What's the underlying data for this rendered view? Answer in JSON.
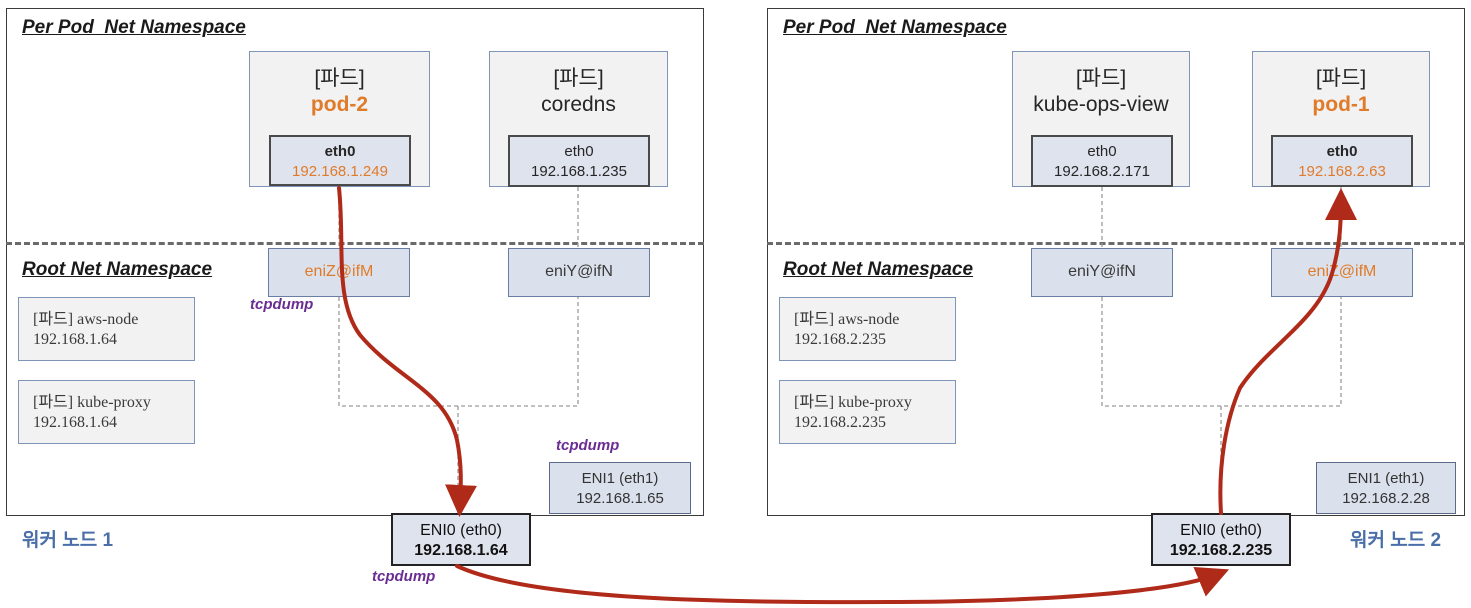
{
  "colors": {
    "highlight": "#e07b2a",
    "arrow": "#b02a1a",
    "tcpdump": "#6a2d91",
    "node_label": "#4a6fa8"
  },
  "nodes": [
    {
      "label": "워커 노드 1",
      "pod_ns_title": "Per Pod  Net Namespace",
      "root_ns_title": "Root Net Namespace",
      "pods": [
        {
          "title": "[파드]",
          "name": "pod-2",
          "iface": "eth0",
          "ip": "192.168.1.249",
          "veth": "eniZ@ifM"
        },
        {
          "title": "[파드]",
          "name": "coredns",
          "iface": "eth0",
          "ip": "192.168.1.235",
          "veth": "eniY@ifN"
        }
      ],
      "system_pods": [
        {
          "line1": "[파드] aws-node",
          "line2": "192.168.1.64"
        },
        {
          "line1": "[파드] kube-proxy",
          "line2": "192.168.1.64"
        }
      ],
      "eni1": {
        "line1": "ENI1 (eth1)",
        "line2": "192.168.1.65"
      },
      "eni0": {
        "line1": "ENI0 (eth0)",
        "line2": "192.168.1.64"
      }
    },
    {
      "label": "워커 노드 2",
      "pod_ns_title": "Per Pod  Net Namespace",
      "root_ns_title": "Root Net Namespace",
      "pods": [
        {
          "title": "[파드]",
          "name": "kube-ops-view",
          "iface": "eth0",
          "ip": "192.168.2.171",
          "veth": "eniY@ifN"
        },
        {
          "title": "[파드]",
          "name": "pod-1",
          "iface": "eth0",
          "ip": "192.168.2.63",
          "veth": "eniZ@ifM"
        }
      ],
      "system_pods": [
        {
          "line1": "[파드] aws-node",
          "line2": "192.168.2.235"
        },
        {
          "line1": "[파드] kube-proxy",
          "line2": "192.168.2.235"
        }
      ],
      "eni1": {
        "line1": "ENI1 (eth1)",
        "line2": "192.168.2.28"
      },
      "eni0": {
        "line1": "ENI0 (eth0)",
        "line2": "192.168.2.235"
      }
    }
  ],
  "tcpdump_label": "tcpdump"
}
